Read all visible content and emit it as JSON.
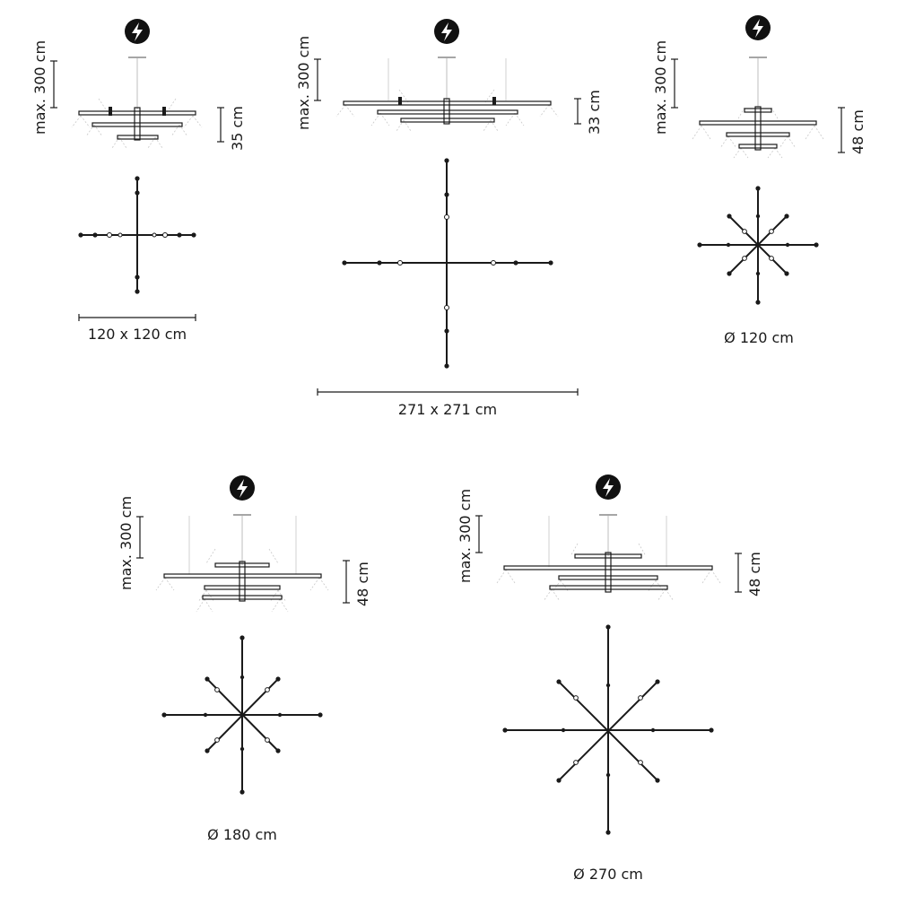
{
  "power_icon": "lightning-bolt-icon",
  "colors": {
    "line": "#1a1a1a",
    "wire": "#bdbdbd",
    "light_cone": "#b8b8b8",
    "icon_bg": "#111111"
  },
  "variants": [
    {
      "id": "cross-120",
      "max_height": "max. 300 cm",
      "height": "35 cm",
      "size": "120 x 120 cm",
      "plan": "cross"
    },
    {
      "id": "cross-271",
      "max_height": "max. 300 cm",
      "height": "33 cm",
      "size": "271 x 271 cm",
      "plan": "cross"
    },
    {
      "id": "star-120",
      "max_height": "max. 300 cm",
      "height": "48 cm",
      "size": "Ø 120 cm",
      "plan": "star"
    },
    {
      "id": "star-180",
      "max_height": "max. 300 cm",
      "height": "48 cm",
      "size": "Ø 180 cm",
      "plan": "star"
    },
    {
      "id": "star-270",
      "max_height": "max. 300 cm",
      "height": "48 cm",
      "size": "Ø 270 cm",
      "plan": "star"
    }
  ]
}
